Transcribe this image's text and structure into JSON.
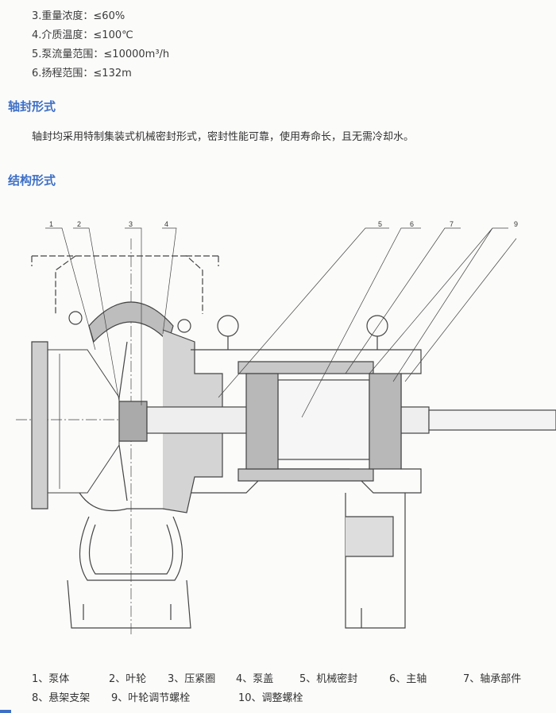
{
  "specs": [
    "3.重量浓度：≤60%",
    "4.介质温度：≤100℃",
    "5.泵流量范围：≤10000m³/h",
    "6.扬程范围：≤132m"
  ],
  "seal_section": {
    "heading": "轴封形式",
    "text": "轴封均采用特制集装式机械密封形式，密封性能可靠，使用寿命长，且无需冷却水。"
  },
  "structure_section": {
    "heading": "结构形式"
  },
  "drawing": {
    "callouts": [
      "1",
      "2",
      "3",
      "4",
      "5",
      "6",
      "7",
      "9"
    ]
  },
  "legend": [
    "1、泵体",
    "2、叶轮",
    "3、压紧圈",
    "4、泵盖",
    "5、机械密封",
    "6、主轴",
    "7、轴承部件",
    "8、悬架支架",
    "9、叶轮调节螺栓",
    "10、调整螺栓"
  ],
  "colors": {
    "heading": "#3d6fc6"
  }
}
